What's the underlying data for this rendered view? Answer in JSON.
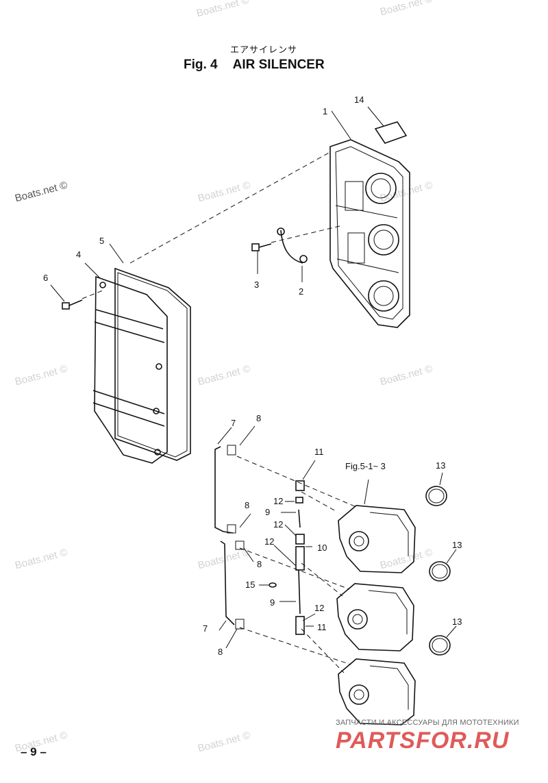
{
  "header": {
    "japanese_title": "エアサイレンサ",
    "fig_label": "Fig. 4",
    "fig_name": "AIR SILENCER"
  },
  "watermark": "Boats.net ©",
  "callouts": {
    "c14": "14",
    "c1": "1",
    "c5": "5",
    "c4": "4",
    "c6": "6",
    "c3": "3",
    "c2": "2",
    "c7a": "7",
    "c8a": "8",
    "c11a": "11",
    "c12a": "12",
    "c9a": "9",
    "c12b": "12",
    "c8b": "8",
    "c12c": "12",
    "c10": "10",
    "c8c": "8",
    "c15": "15",
    "c9b": "9",
    "c12d": "12",
    "c11b": "11",
    "c7b": "7",
    "c8d": "8",
    "c13a": "13",
    "c13b": "13",
    "c13c": "13"
  },
  "reference": "Fig.5-1~ 3",
  "page_number": "– 9 –",
  "store": {
    "tagline": "ЗАПЧАСТИ И АКСЕССУАРЫ ДЛЯ МОТОТЕХНИКИ",
    "logo": "PARTSFOR.RU"
  },
  "colors": {
    "line": "#111111",
    "watermark": "#d2d2d2",
    "logo": "#e05a5a"
  }
}
